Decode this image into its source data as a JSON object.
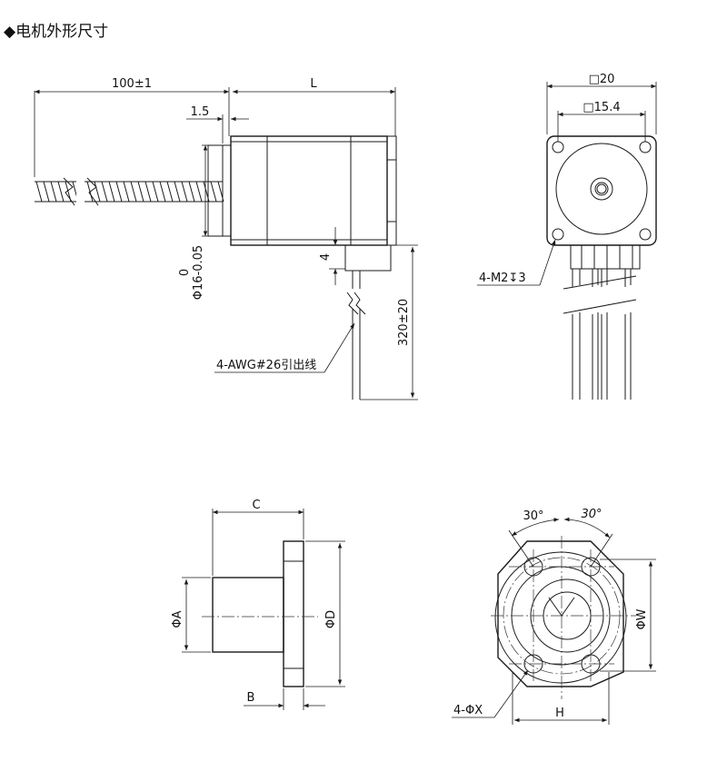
{
  "title": "◆电机外形尺寸",
  "side_view": {
    "lead_length": "100±1",
    "body_length": "L",
    "flange_thickness": "1.5",
    "boss_dia": "0",
    "boss_dia2": "Φ16-0.05",
    "wire_offset": "4",
    "wire_length": "320±20",
    "lead_wire": "4-AWG#26引出线"
  },
  "front_view": {
    "outer_square": "□20",
    "hole_pitch": "□15.4",
    "mount_holes": "4-M2↧3"
  },
  "nut_side": {
    "length_c": "C",
    "dia_a": "ΦA",
    "dia_d": "ΦD",
    "flange_b": "B"
  },
  "nut_front": {
    "angle1": "30°",
    "angle2": "30°",
    "dia_w": "ΦW",
    "holes": "4-ΦX",
    "width_h": "H"
  }
}
